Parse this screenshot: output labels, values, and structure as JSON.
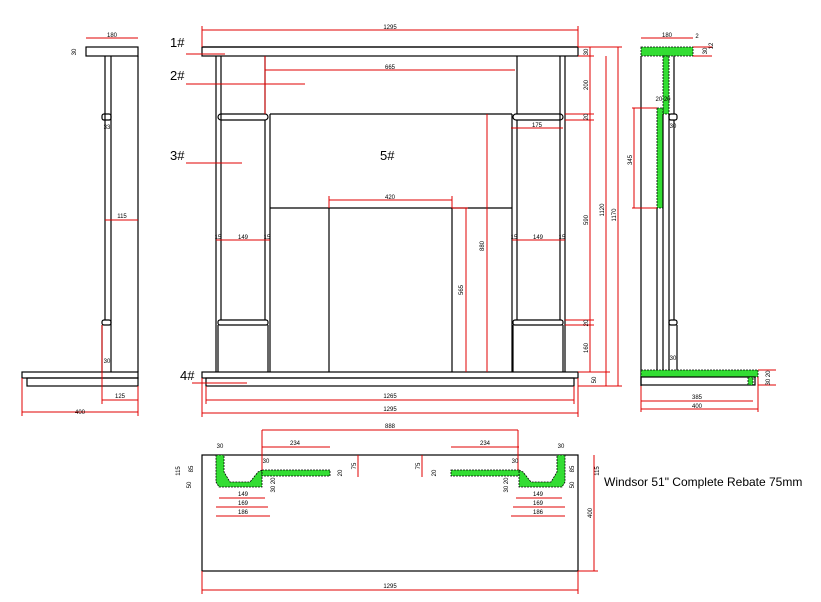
{
  "title": "Windsor 51\" Complete Rebate 75mm",
  "parts": [
    "1#",
    "2#",
    "3#",
    "4#",
    "5#"
  ],
  "front_view": {
    "overall_width": "1295",
    "frieze_width": "665",
    "capital_width": "175",
    "opening_width": "420",
    "leg_width": "149",
    "leg_side_left": "15",
    "leg_side_right": "15",
    "opening_height": "880",
    "firebox_height": "565",
    "hearth_inner_width": "1265",
    "hearth_width": "1295",
    "right_dims": [
      "30",
      "200",
      "20",
      "590",
      "20",
      "160",
      "50"
    ],
    "total_1120": "1120",
    "total_1170": "1170"
  },
  "left_side_view": {
    "shelf_depth": "180",
    "shelf_thickness": "30",
    "capital": "33",
    "leg_depth": "115",
    "plinth": "30",
    "hearth_offset": "125",
    "hearth_depth": "400"
  },
  "right_section_view": {
    "shelf_depth": "180",
    "gap": "2",
    "shelf_thick": "30",
    "shelf_thick2": "12",
    "strip": "20 20",
    "strip_height": "345",
    "capital": "30",
    "plinth": "30",
    "hearth_thick": "30 20",
    "hearth_inner": "385",
    "hearth_depth": "400"
  },
  "plan_view": {
    "rebate_span": "888",
    "return_left": "234",
    "return_right": "234",
    "thick_left": "30",
    "thick_right": "30",
    "inner_left": "30",
    "inner_right": "30",
    "depth_115_l": "115",
    "depth_85_l": "85",
    "depth_50_l": "50",
    "depth_115_r": "115",
    "depth_85_r": "85",
    "depth_50_r": "50",
    "rebate_75_l": "75",
    "rebate_75_r": "75",
    "rebate_20_l": "20",
    "rebate_20_r": "20",
    "step_l": "30 20",
    "step_r": "30 20",
    "w149_l": "149",
    "w169_l": "169",
    "w186_l": "186",
    "w149_r": "149",
    "w169_r": "169",
    "w186_r": "186",
    "depth": "400",
    "width": "1295"
  }
}
